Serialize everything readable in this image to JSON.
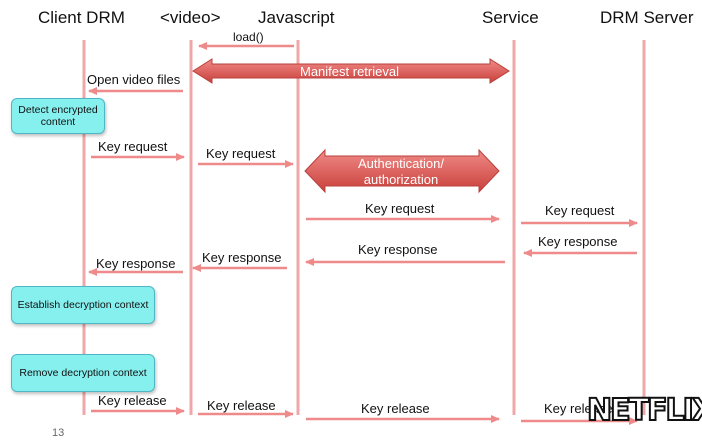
{
  "participants": {
    "client_drm": "Client DRM",
    "video": "<video>",
    "javascript": "Javascript",
    "service": "Service",
    "drm_server": "DRM Server"
  },
  "messages": {
    "load": "load()",
    "open_video_files": "Open video files",
    "manifest_retrieval": "Manifest retrieval",
    "key_request_1": "Key request",
    "key_request_2": "Key request",
    "auth": "Authentication/ authorization",
    "key_request_3": "Key request",
    "key_request_4": "Key request",
    "key_response_4": "Key response",
    "key_response_3": "Key response",
    "key_response_2": "Key response",
    "key_response_1": "Key response",
    "key_release_1": "Key release",
    "key_release_2": "Key release",
    "key_release_3": "Key release",
    "key_release_4": "Key release"
  },
  "notes": {
    "detect": "Detect encrypted content",
    "establish": "Establish decryption context",
    "remove": "Remove decryption context"
  },
  "colors": {
    "lifeline": "#f0a7a7",
    "arrow": "#ef8a8a",
    "wide_arrow": "#d9534f",
    "note_fill": "#86f0ef"
  },
  "slide_number": "13",
  "logo_text": "NETFLIX"
}
